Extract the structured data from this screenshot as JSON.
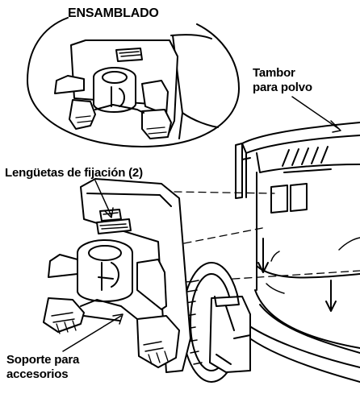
{
  "labels": {
    "assembled": "ENSAMBLADO",
    "drum_line1": "Tambor",
    "drum_line2": "para polvo",
    "tabs": "Lengüetas de fijación (2)",
    "holder_line1": "Soporte para",
    "holder_line2": "accesorios"
  },
  "colors": {
    "ink": "#000000",
    "paper": "#ffffff",
    "shade": "#d9d9d9"
  }
}
